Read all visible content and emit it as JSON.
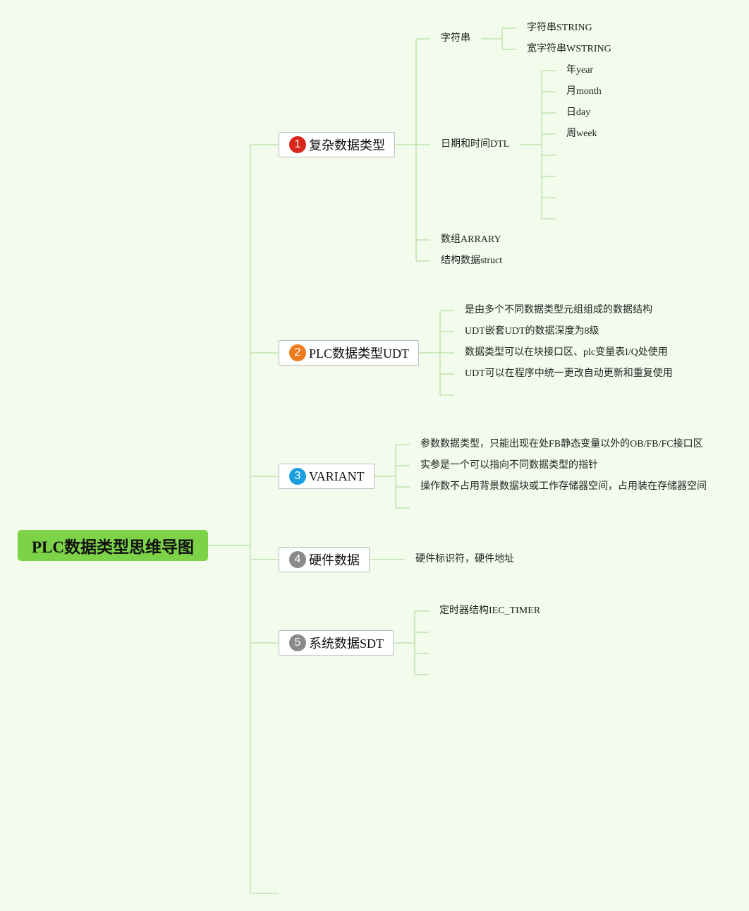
{
  "root": {
    "label": "PLC数据类型思维导图"
  },
  "branches": [
    {
      "number": "1",
      "label": "复杂数据类型",
      "badge_color": "#d8261a",
      "children": [
        {
          "label": "字符串",
          "children": [
            {
              "label": "字符串STRING"
            },
            {
              "label": "宽字符串WSTRING"
            }
          ]
        },
        {
          "label": "日期和时间DTL",
          "children": [
            {
              "label": "年year"
            },
            {
              "label": "月month"
            },
            {
              "label": "日day"
            },
            {
              "label": "周week"
            }
          ]
        },
        {
          "label": "数组ARRARY"
        },
        {
          "label": "结构数据struct"
        }
      ]
    },
    {
      "number": "2",
      "label": "PLC数据类型UDT",
      "badge_color": "#ee7b1e",
      "children": [
        {
          "label": "是由多个不同数据类型元组组成的数据结构"
        },
        {
          "label": "UDT嵌套UDT的数据深度为8级"
        },
        {
          "label": "数据类型可以在块接口区、plc变量表I/Q处使用"
        },
        {
          "label": "UDT可以在程序中统一更改自动更新和重复使用"
        }
      ]
    },
    {
      "number": "3",
      "label": "VARIANT",
      "badge_color": "#1c9ee0",
      "children": [
        {
          "label": "参数数据类型，只能出现在处FB静态变量以外的OB/FB/FC接口区"
        },
        {
          "label": "实参是一个可以指向不同数据类型的指针"
        },
        {
          "label": "操作数不占用背景数据块或工作存储器空间，占用装在存储器空间"
        }
      ]
    },
    {
      "number": "4",
      "label": "硬件数据",
      "badge_color": "#8a8a8a",
      "children": [
        {
          "label": "硬件标识符，硬件地址"
        }
      ]
    },
    {
      "number": "5",
      "label": "系统数据SDT",
      "badge_color": "#8a8a8a",
      "children": [
        {
          "label": "定时器结构IEC_TIMER"
        }
      ]
    }
  ]
}
